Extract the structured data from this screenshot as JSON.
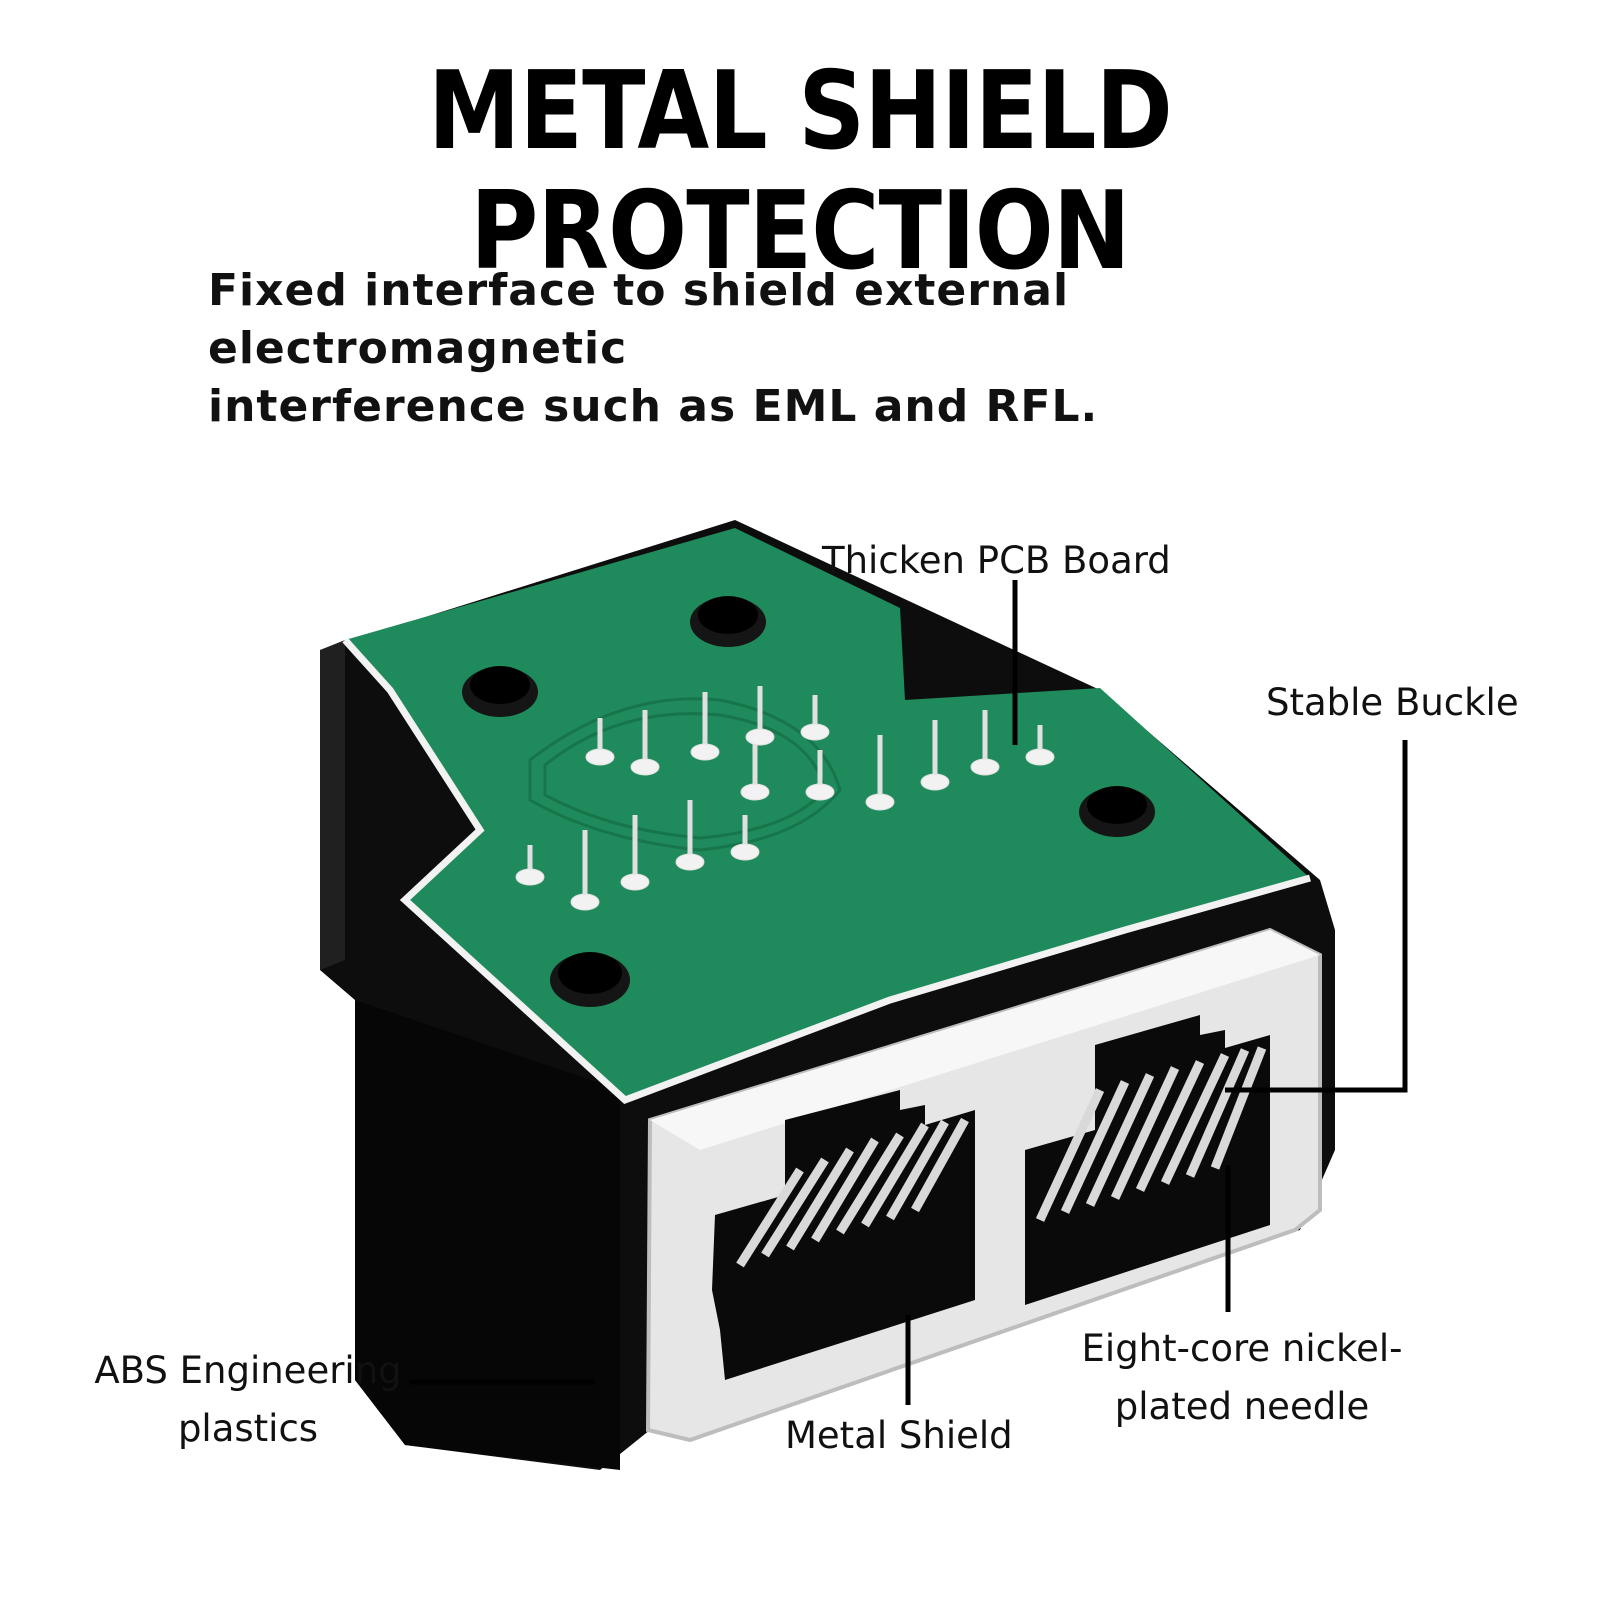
{
  "title": "METAL SHIELD PROTECTION",
  "subtitle": {
    "line1": "Fixed interface to shield external electromagnetic",
    "line2": "interference such as EML and RFL."
  },
  "callouts": {
    "pcb_board": "Thicken PCB Board",
    "buckle": "Stable Buckle",
    "abs_line1": "ABS Engineering",
    "abs_line2": "plastics",
    "metal_shield": "Metal Shield",
    "needle_line1": "Eight-core nickel-",
    "needle_line2": "plated needle"
  },
  "colors": {
    "pcb_green": "#1f8a5b",
    "housing_black": "#0d0d0d",
    "metal_silver": "#e6e6e6"
  }
}
